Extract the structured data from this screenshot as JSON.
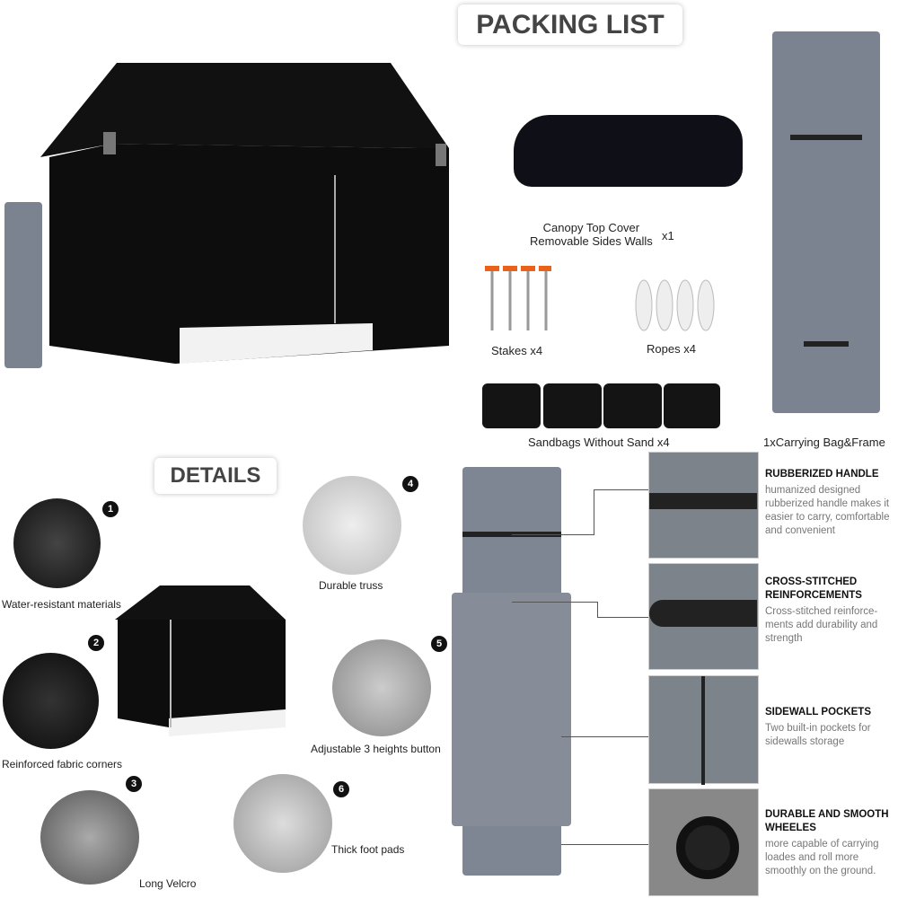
{
  "packing": {
    "title": "PACKING LIST",
    "canopy_line1": "Canopy Top Cover",
    "canopy_line2": "Removable Sides Walls",
    "canopy_qty": "x1",
    "stakes": "Stakes x4",
    "ropes": "Ropes x4",
    "sandbags": "Sandbags Without Sand x4",
    "bag": "1xCarrying Bag&Frame"
  },
  "details": {
    "title": "DETAILS",
    "items": [
      {
        "num": "1",
        "label": "Water-resistant materials"
      },
      {
        "num": "2",
        "label": "Reinforced fabric corners"
      },
      {
        "num": "3",
        "label": "Long Velcro"
      },
      {
        "num": "4",
        "label": "Durable truss"
      },
      {
        "num": "5",
        "label": "Adjustable 3 heights button"
      },
      {
        "num": "6",
        "label": "Thick foot pads"
      }
    ]
  },
  "features": [
    {
      "title": "RUBBERIZED HANDLE",
      "text": "humanized designed rubberized handle makes it easier to carry, comfortable and convenient"
    },
    {
      "title": "CROSS-STITCHED REINFORCEMENTS",
      "text": "Cross-stitched reinforce-ments add durability and strength"
    },
    {
      "title": "SIDEWALL POCKETS",
      "text": "Two built-in pockets for sidewalls storage"
    },
    {
      "title": "DURABLE AND SMOOTH WHEELES",
      "text": "more capable of carrying loades and roll more smoothly on the ground."
    }
  ],
  "colors": {
    "canopy": "#111111",
    "bag": "#7c8390",
    "text_gray": "#777777"
  }
}
